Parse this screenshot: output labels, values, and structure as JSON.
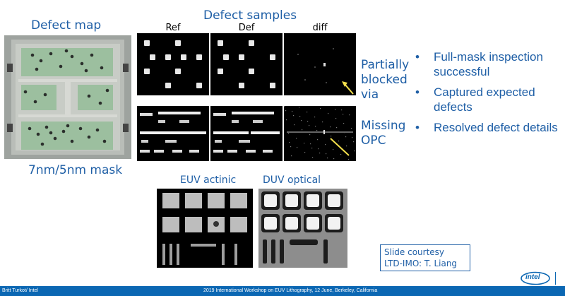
{
  "defect_map": {
    "title": "Defect map",
    "caption": "7nm/5nm mask"
  },
  "samples": {
    "title": "Defect samples",
    "columns": [
      "Ref",
      "Def",
      "diff"
    ],
    "rows": [
      {
        "label_line1": "Partially",
        "label_line2": "blocked",
        "label_line3": "via"
      },
      {
        "label_line1": "Missing",
        "label_line2": "OPC"
      }
    ]
  },
  "comparison": {
    "left_label": "EUV actinic",
    "right_label": "DUV optical"
  },
  "bullets": [
    {
      "line1": "Full-mask inspection",
      "line2": "successful"
    },
    {
      "line1": "Captured expected",
      "line2": "defects"
    },
    {
      "line1": "Resolved defect details",
      "line2": ""
    }
  ],
  "courtesy": {
    "line1": "Slide courtesy",
    "line2": "LTD-IMO: T. Liang"
  },
  "footer": {
    "left": "Britt Turkot/ Intel",
    "center": "2019 International Workshop on EUV Lithography, 12 June, Berkeley, California",
    "logo": "intel"
  },
  "colors": {
    "accent": "#1f5fa6",
    "footer_bar": "#0b67b3",
    "arrow": "#f4e04d"
  }
}
